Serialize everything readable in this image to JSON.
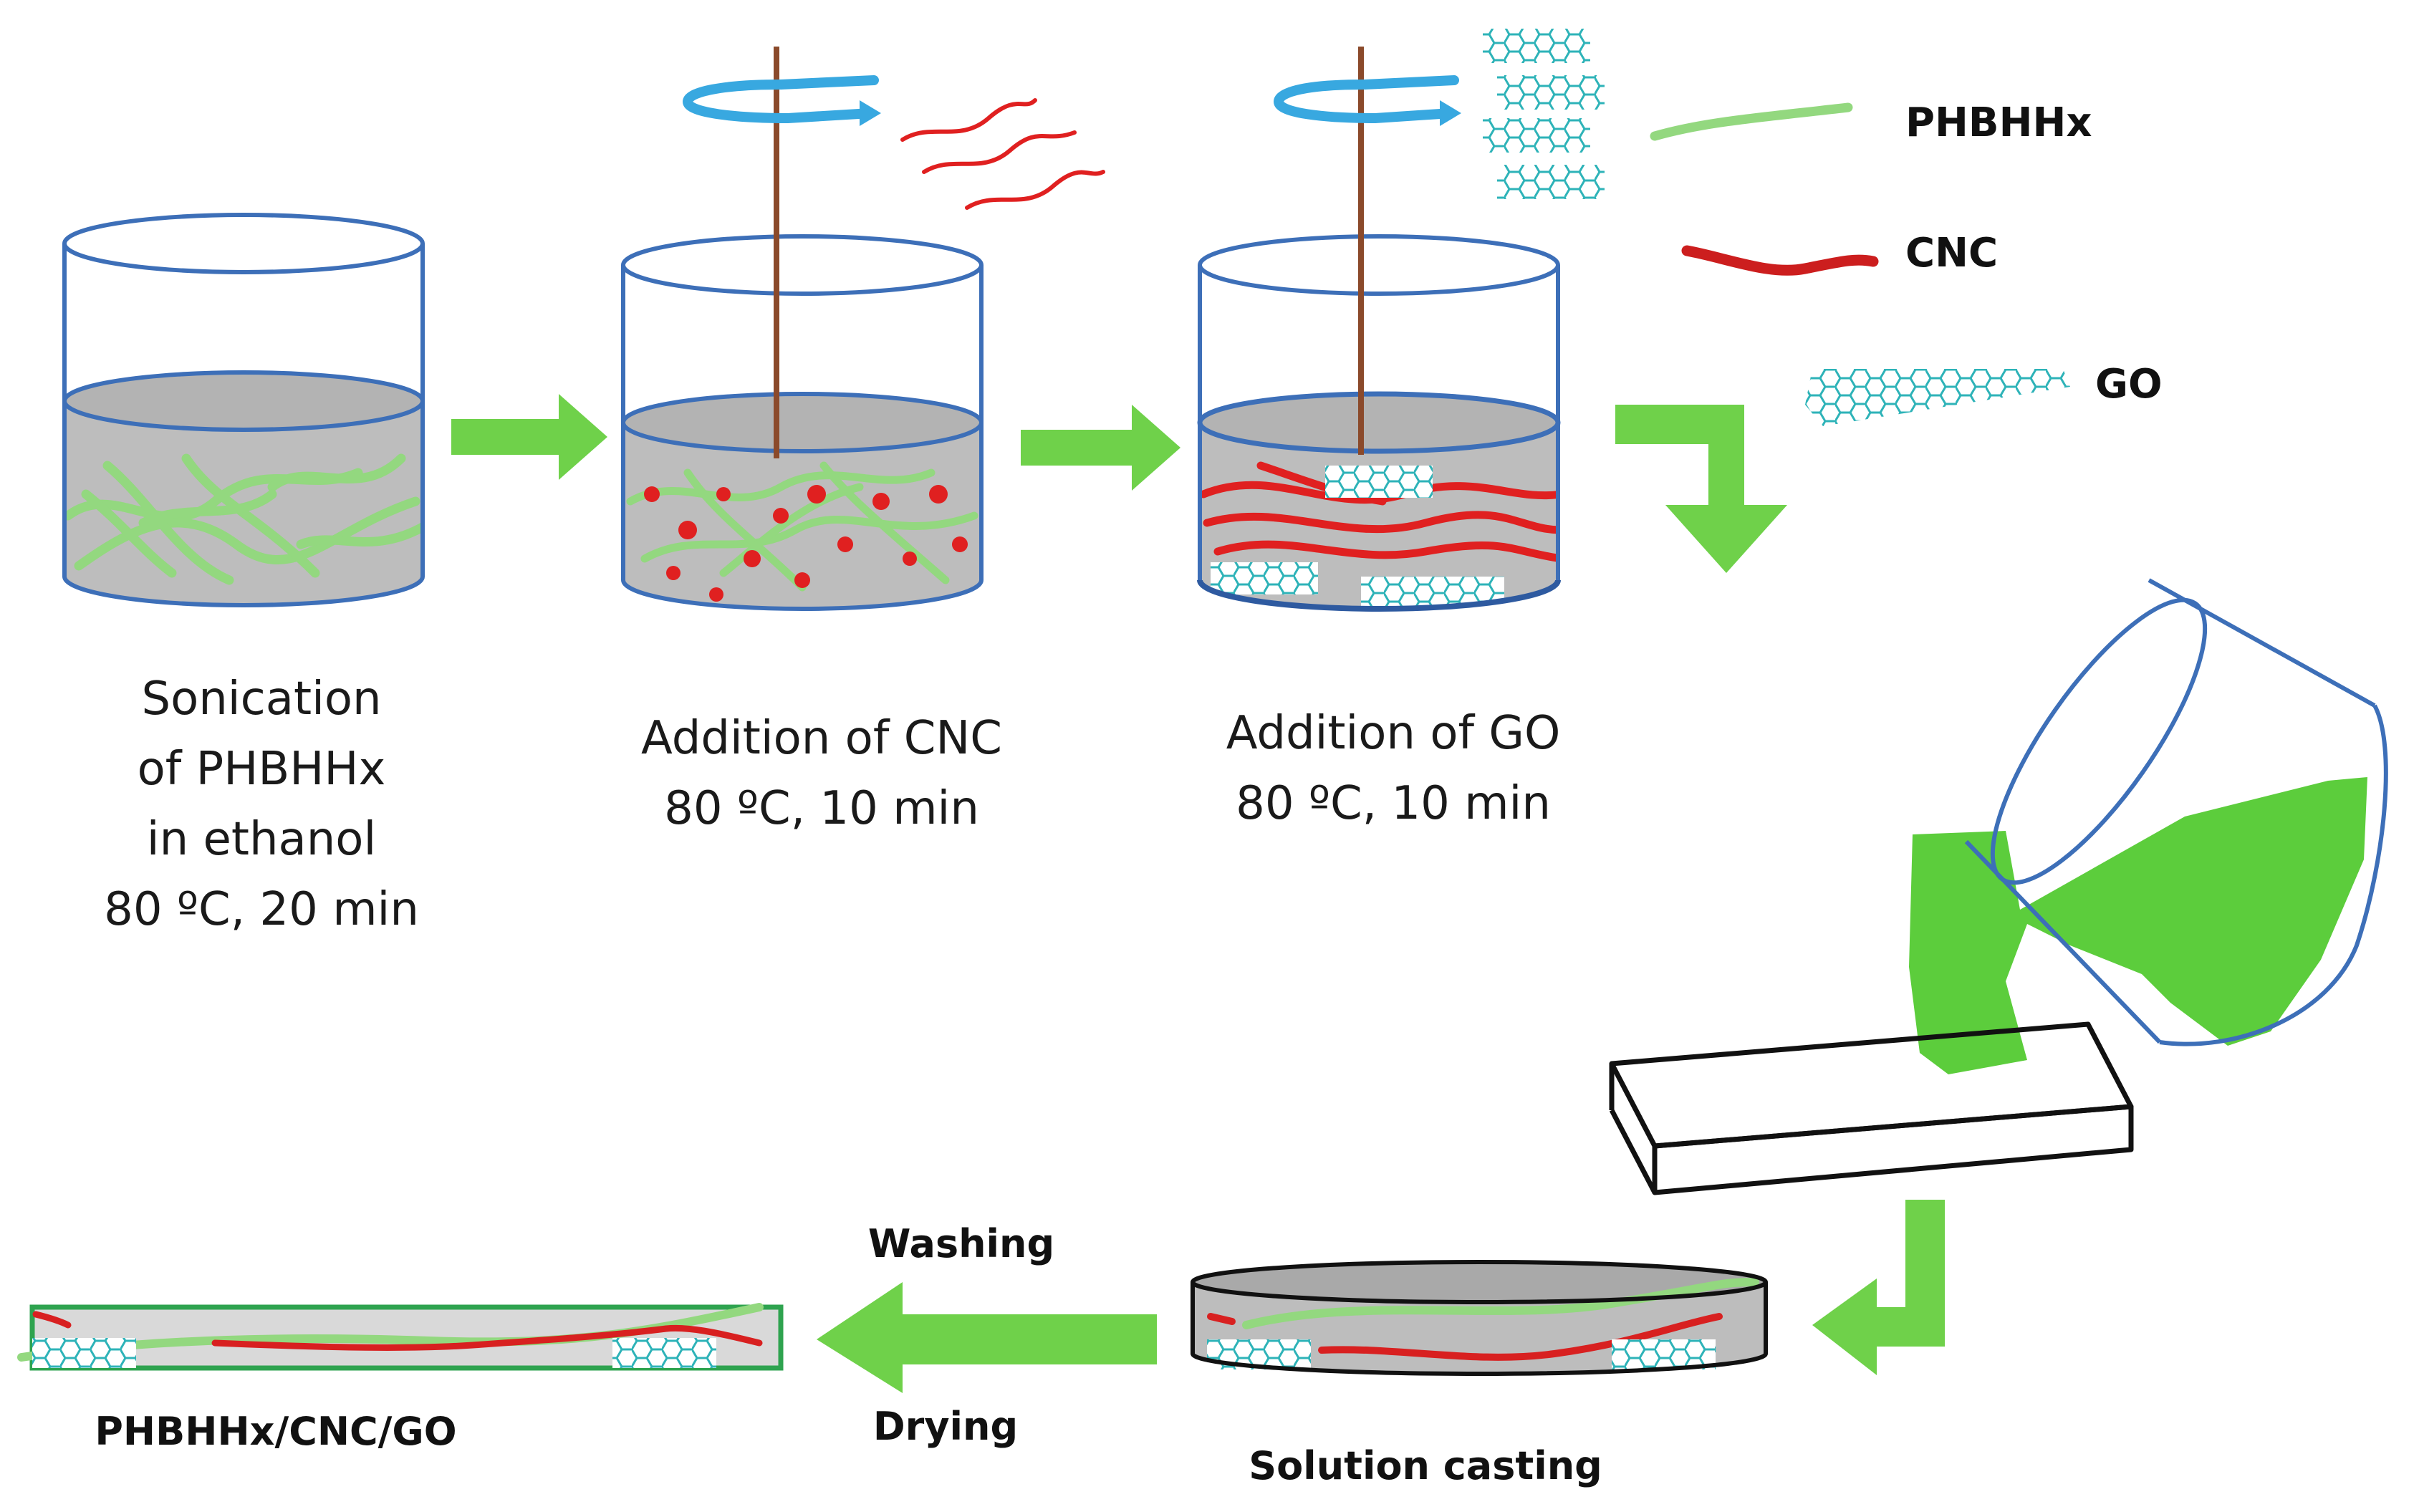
{
  "colors": {
    "beaker": "#3d6fb8",
    "liquid": "#bdbdbd",
    "surface": "#b3b3b3",
    "arrow": "#6fd14a",
    "phbhhx": "#93d87f",
    "cnc": "#d82020",
    "go": "#2eb3b8",
    "stir_arrow": "#38a8e0",
    "rod": "#8b4a2b",
    "pour": "#5ccd3c",
    "frame": "#111111"
  },
  "legend": {
    "phbhhx": "PHBHHx",
    "cnc": "CNC",
    "go": "GO"
  },
  "steps": [
    {
      "lines": [
        "Sonication",
        "of PHBHHx",
        "in ethanol",
        "80 ºC, 20 min"
      ]
    },
    {
      "lines": [
        "Addition of CNC",
        "80 ºC, 10 min"
      ]
    },
    {
      "lines": [
        "Addition of GO",
        "80 ºC, 10 min"
      ]
    }
  ],
  "bottom": {
    "washing": "Washing",
    "drying": "Drying",
    "casting": "Solution casting",
    "product": "PHBHHx/CNC/GO"
  }
}
